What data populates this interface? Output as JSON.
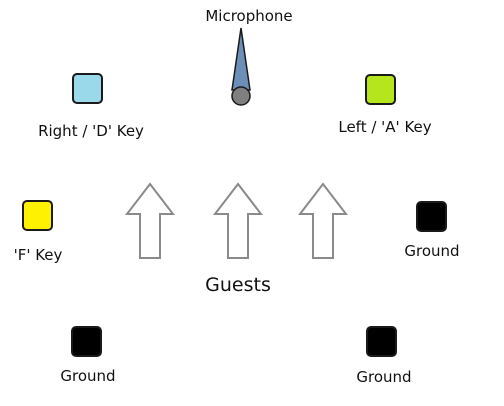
{
  "microphone": {
    "label": "Microphone",
    "body_color": "#6d8fb7",
    "head_color": "#7f7f7f"
  },
  "keys": [
    {
      "id": "right-d",
      "label": "Right / 'D' Key",
      "color": "#99d9ea"
    },
    {
      "id": "left-a",
      "label": "Left / 'A' Key",
      "color": "#b5e61d"
    },
    {
      "id": "f-key",
      "label": "'F' Key",
      "color": "#fff200"
    }
  ],
  "grounds": [
    {
      "id": "ground-right-mid",
      "label": "Ground",
      "color": "#000000"
    },
    {
      "id": "ground-left-bottom",
      "label": "Ground",
      "color": "#000000"
    },
    {
      "id": "ground-right-bottom",
      "label": "Ground",
      "color": "#000000"
    }
  ],
  "guests": {
    "label": "Guests",
    "arrow_count": 3,
    "arrow_direction": "up"
  }
}
